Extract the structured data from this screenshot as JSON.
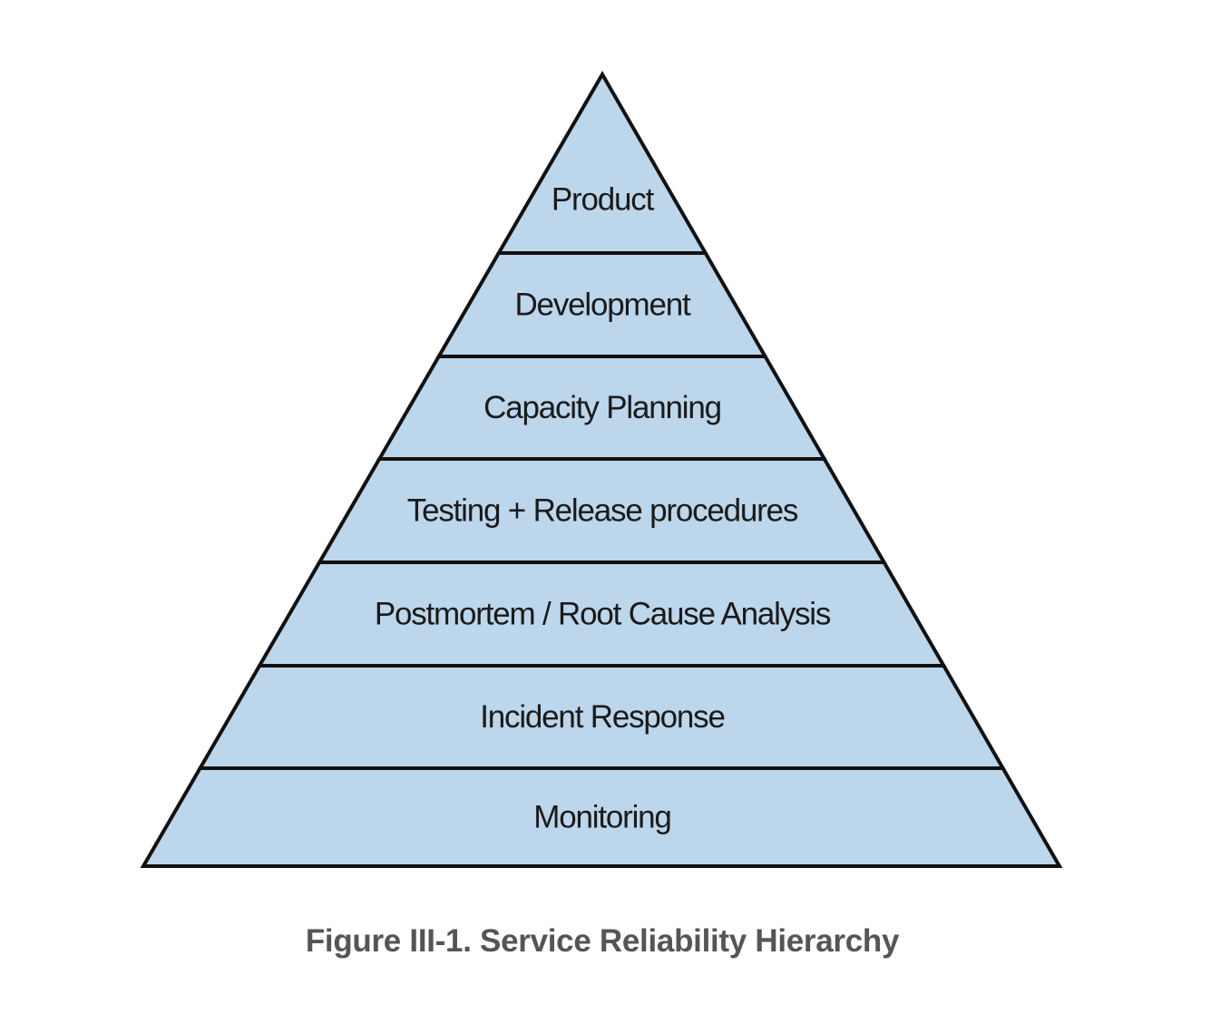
{
  "diagram": {
    "type": "pyramid",
    "fill_color": "#bcd6eb",
    "stroke_color": "#111111",
    "tiers": [
      {
        "label": "Product"
      },
      {
        "label": "Development"
      },
      {
        "label": "Capacity Planning"
      },
      {
        "label": "Testing + Release procedures"
      },
      {
        "label": "Postmortem / Root Cause Analysis"
      },
      {
        "label": "Incident Response"
      },
      {
        "label": "Monitoring"
      }
    ]
  },
  "caption": "Figure III-1. Service Reliability Hierarchy"
}
